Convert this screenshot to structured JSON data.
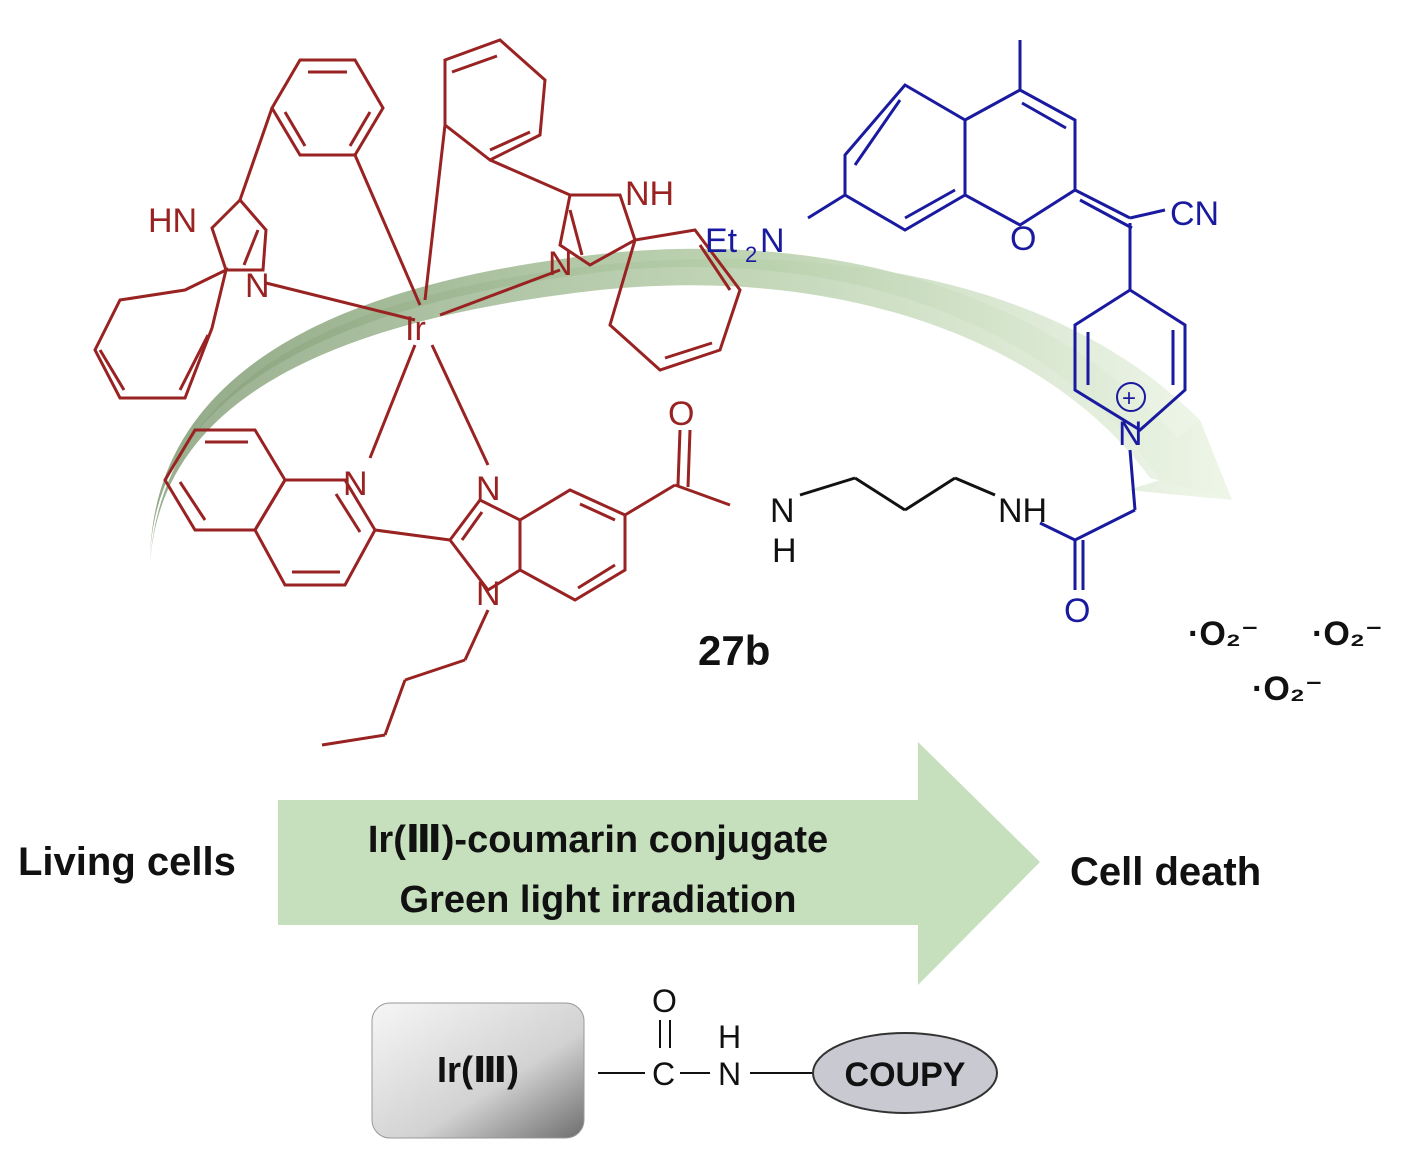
{
  "colors": {
    "iridium_complex": "#992222",
    "coumarin": "#1a1aa0",
    "linker": "#111111",
    "curved_arrow_start": "#86a07a",
    "curved_arrow_end": "#e8f3e0",
    "process_arrow": "#c6e0be",
    "ir_box_light": "#f4f4f4",
    "ir_box_dark": "#777777",
    "coupy_ellipse": "#c9c9d2"
  },
  "structure": {
    "compound_label": "27b",
    "iridium": "Ir",
    "hn_left": "HN",
    "n_left": "N",
    "nh_right": "NH",
    "n_right": "N",
    "n_quinoline": "N",
    "n_bzim_top": "N",
    "n_bzim_bottom": "N",
    "carbonyl_o": "O",
    "amide_n": "N",
    "amide_h": "H",
    "nh_linker": "NH",
    "carbonyl_o2": "O",
    "pyridinium_n": "N",
    "pyridinium_charge": "+",
    "pyran_o": "O",
    "cn_group": "CN",
    "et_group": "Et",
    "et_subscript": "2",
    "et_n": "N"
  },
  "superoxide": {
    "radicals": [
      "·O₂⁻",
      "·O₂⁻",
      "·O₂⁻"
    ]
  },
  "process": {
    "start": "Living cells",
    "arrow_line1": "Ir(Ⅲ)-coumarin conjugate",
    "arrow_line2": "Green light irradiation",
    "end": "Cell death"
  },
  "schematic": {
    "ir_box": "Ir(Ⅲ)",
    "carbonyl_o": "O",
    "carbonyl_c": "C",
    "amide_h": "H",
    "amide_n": "N",
    "coupy": "COUPY"
  }
}
